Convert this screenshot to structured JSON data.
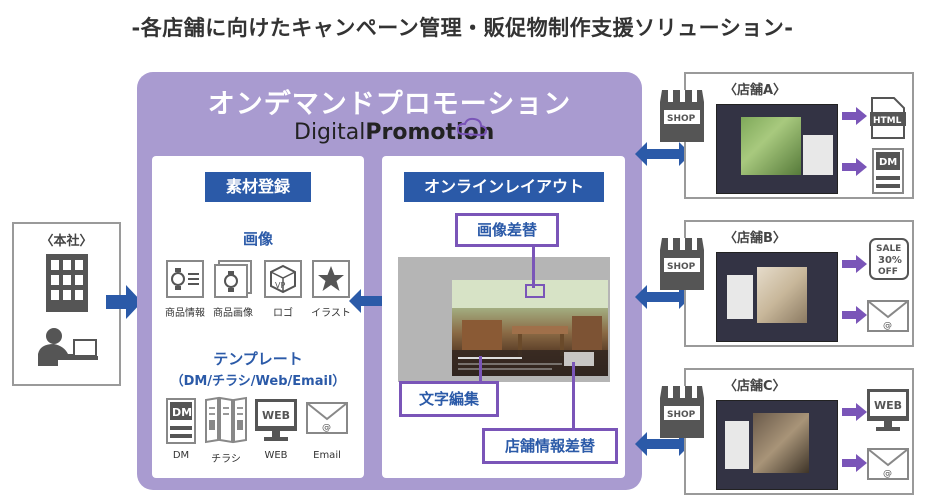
{
  "title": "-各店舗に向けたキャンペーン管理・販促物制作支援ソリューション-",
  "hq": {
    "label": "〈本社〉"
  },
  "main": {
    "title": "オンデマンドプロモーション",
    "logo_light": "Digital",
    "logo_bold": "Promotion",
    "materials": {
      "header": "素材登録",
      "images_label": "画像",
      "image_items": [
        "商品情報",
        "商品画像",
        "ロゴ",
        "イラスト"
      ],
      "templates_label": "テンプレート",
      "templates_sub": "（DM/チラシ/Web/Email）",
      "template_items": [
        "DM",
        "チラシ",
        "WEB",
        "Email"
      ]
    },
    "layout": {
      "header": "オンラインレイアウト",
      "callout_image": "画像差替",
      "callout_text": "文字編集",
      "callout_store": "店舗情報差替"
    }
  },
  "stores": [
    {
      "label": "〈店舗A〉",
      "shop_sign": "SHOP",
      "outputs": [
        "HTML",
        "DM"
      ]
    },
    {
      "label": "〈店舗B〉",
      "shop_sign": "SHOP",
      "outputs": [
        "SALE 30% OFF",
        "@"
      ]
    },
    {
      "label": "〈店舗C〉",
      "shop_sign": "SHOP",
      "outputs": [
        "WEB",
        "@"
      ]
    }
  ],
  "icons": {
    "dm_text": "DM",
    "web_text": "WEB",
    "html_text": "HTML",
    "sale_line1": "SALE",
    "sale_line2": "30%",
    "sale_line3": "OFF",
    "email_at": "@",
    "logo_letters": "VP"
  },
  "colors": {
    "purple": "#a99bd0",
    "blue": "#2b5aa8",
    "accent_purple": "#7a55b8"
  }
}
